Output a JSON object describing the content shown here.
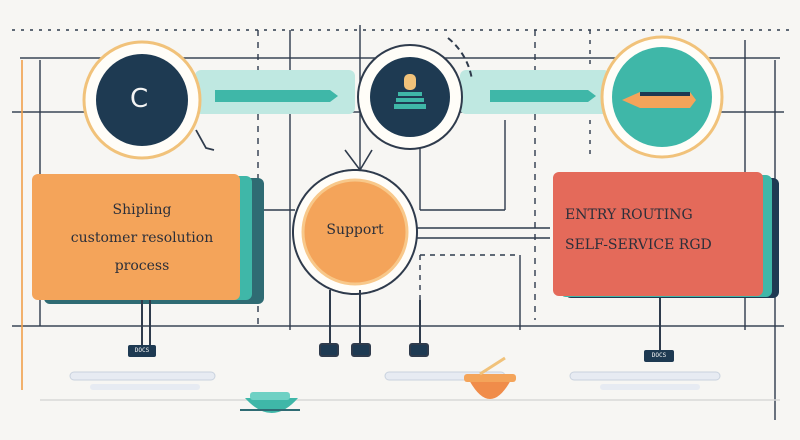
{
  "left_box": {
    "lines": [
      "Shipling",
      "customer resolution",
      "process"
    ]
  },
  "center_node": {
    "label": "Support"
  },
  "right_box": {
    "lines": [
      "ENTRY ROUTING",
      "SELF-SERVICE RGD"
    ]
  },
  "top_nodes": {
    "left_icon_text": "C"
  },
  "tags": {
    "left": "DOCS",
    "right": "DOCS"
  },
  "colors": {
    "navy": "#1e3a52",
    "teal": "#3fb7a8",
    "orange_box": "#f4a45a",
    "coral_box": "#e46a5a",
    "ring": "#f1c27a",
    "connector": "#9ad9cf"
  }
}
